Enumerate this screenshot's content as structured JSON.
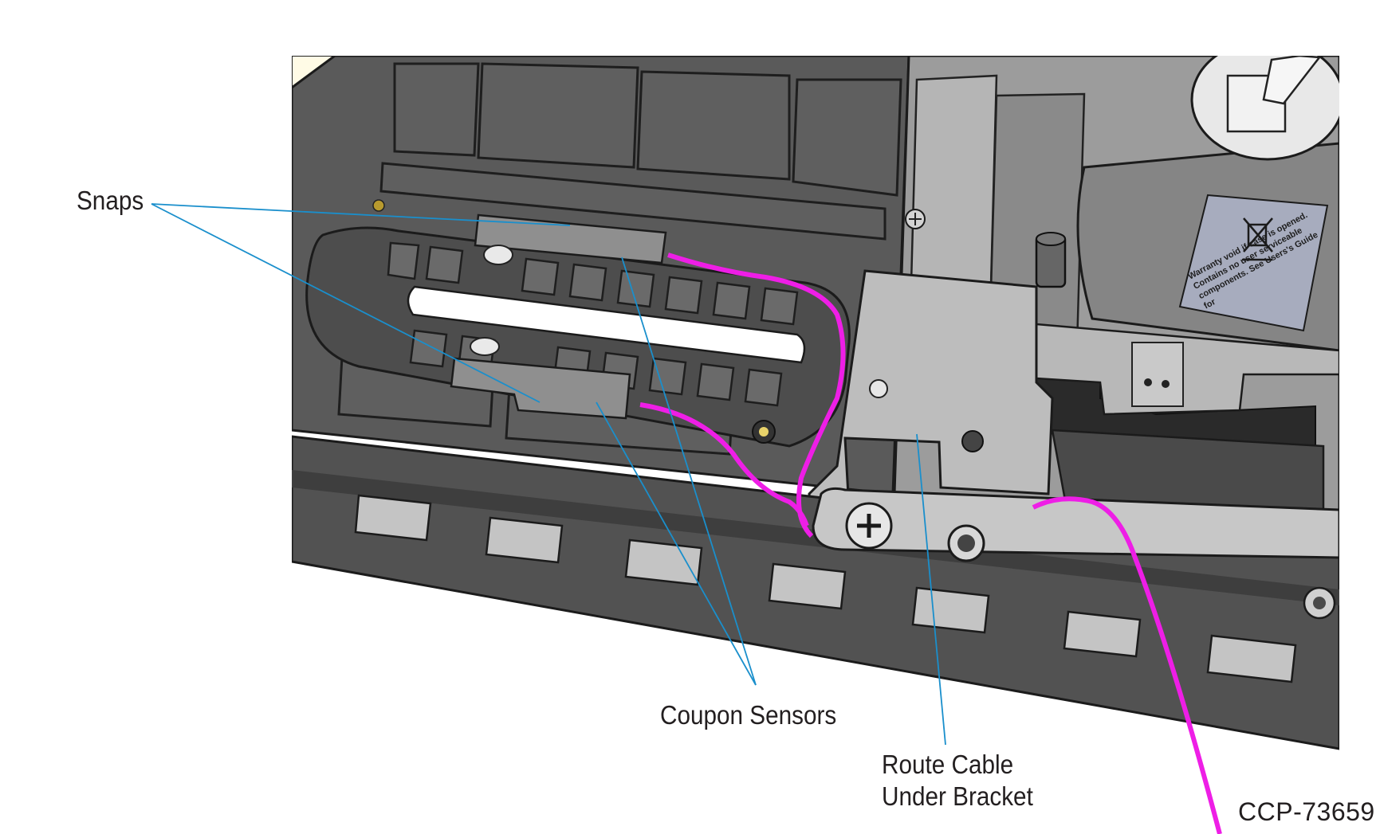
{
  "labels": {
    "snaps": "Snaps",
    "coupon_sensors": "Coupon Sensors",
    "route_cable_line1": "Route Cable",
    "route_cable_line2": "Under Bracket",
    "figure_id": "CCP-73659"
  },
  "warning_label": {
    "text": "Warranty void if case is opened. Contains no user serviceable components. See Users's Guide for"
  },
  "colors": {
    "cable": "#ee1ee6",
    "leader_line": "#1a8fcc",
    "housing_dark": "#5c5c5c",
    "housing_mid": "#7a7a7a",
    "bracket": "#bfbfbf",
    "text": "#231f20"
  }
}
